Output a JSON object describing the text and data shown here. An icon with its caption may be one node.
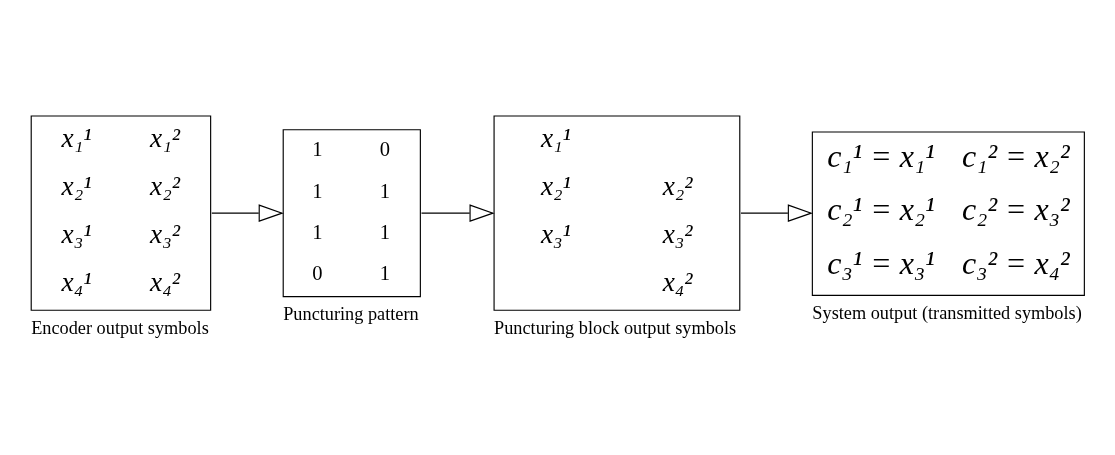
{
  "diagram": {
    "nodes": [
      {
        "text": [
          "x₁¹",
          "x₁²",
          "x₂¹",
          "x₂²",
          "x₃¹",
          "x₃²",
          "x₄¹",
          "x₄²"
        ],
        "beside": [
          "Encoder output symbols"
        ]
      },
      {
        "text": [
          "1",
          "0",
          "1",
          "1",
          "1",
          "1",
          "0",
          "1"
        ],
        "beside": [
          "Puncturing pattern"
        ]
      },
      {
        "text": [
          "x₁¹",
          "x₂¹",
          "x₂²",
          "x₃¹",
          "x₃²",
          "x₄²"
        ],
        "beside": [
          "Puncturing block output symbols"
        ]
      },
      {
        "text": [
          "c₁¹ = x₁¹",
          "c₁² = x₂²",
          "c₂¹ = x₂¹",
          "c₂² = x₃²",
          "c₃¹ = x₃¹",
          "c₃² = x₄²"
        ],
        "beside": [
          "System output (transmitted symbols)"
        ]
      }
    ],
    "edges": [
      {
        "from": 0,
        "to": 1,
        "arrow": "to"
      },
      {
        "from": 1,
        "to": 2,
        "arrow": "to"
      },
      {
        "from": 2,
        "to": 3,
        "arrow": "to"
      }
    ]
  }
}
